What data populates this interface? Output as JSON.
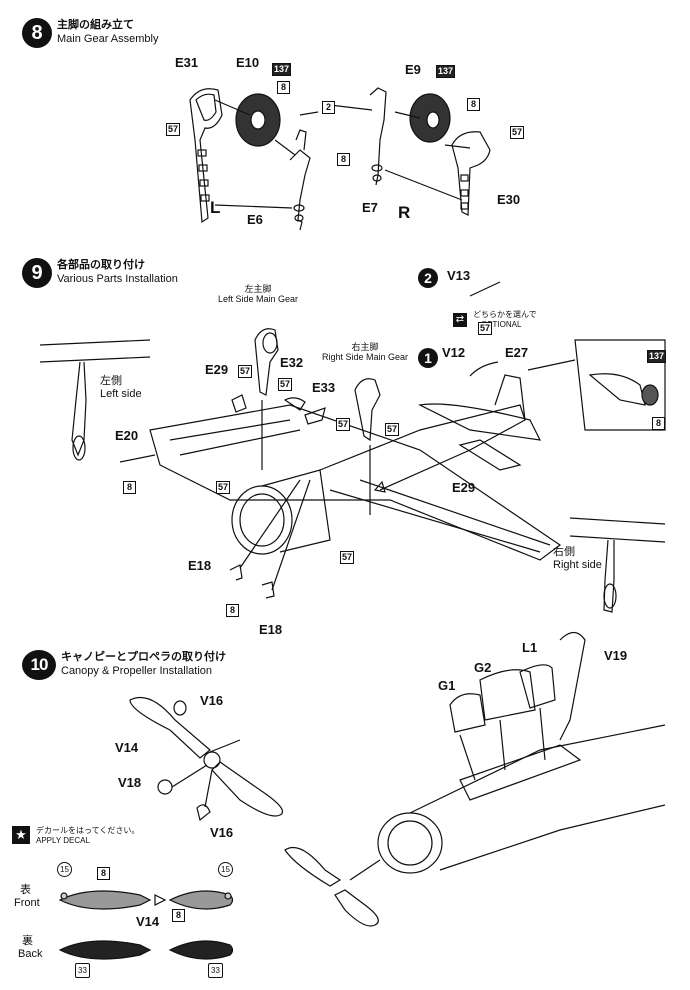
{
  "step8": {
    "number": "8",
    "title_jp": "主脚の組み立て",
    "title_en": "Main Gear Assembly"
  },
  "step9": {
    "number": "9",
    "title_jp": "各部品の取り付け",
    "title_en": "Various Parts Installation"
  },
  "step10": {
    "number": "10",
    "title_jp": "キャノピーとプロペラの取り付け",
    "title_en": "Canopy & Propeller Installation"
  },
  "s8": {
    "E31": "E31",
    "E10": "E10",
    "E9": "E9",
    "E6": "E6",
    "E7": "E7",
    "E30": "E30",
    "L": "L",
    "R": "R",
    "c137a": "137",
    "c8a": "8",
    "c57a": "57",
    "c2": "2",
    "c8b": "8",
    "c137b": "137",
    "c8c": "8",
    "c57b": "57"
  },
  "s9": {
    "left_main_gear_jp": "左主脚",
    "left_main_gear_en": "Left Side Main Gear",
    "right_main_gear_jp": "右主脚",
    "right_main_gear_en": "Right Side Main Gear",
    "left_side_jp": "左側",
    "left_side_en": "Left side",
    "right_side_jp": "右側",
    "right_side_en": "Right side",
    "E29a": "E29",
    "E29b": "E29",
    "E32": "E32",
    "E33": "E33",
    "E20": "E20",
    "E18a": "E18",
    "E18b": "E18",
    "V13": "V13",
    "V12": "V12",
    "E27": "E27",
    "seq2": "2",
    "seq1": "1",
    "optional_jp": "どちらかを選んで",
    "optional_en": "OPTIONAL",
    "c57_1": "57",
    "c57_2": "57",
    "c57_3": "57",
    "c57_4": "57",
    "c57_5": "57",
    "c57_6": "57",
    "c57_7": "57",
    "c8_1": "8",
    "c8_2": "8",
    "c137": "137",
    "c8_3": "8"
  },
  "s10": {
    "V16a": "V16",
    "V14a": "V14",
    "V18": "V18",
    "V16b": "V16",
    "G1": "G1",
    "G2": "G2",
    "L1": "L1",
    "V19": "V19",
    "decal_jp": "デカールをはってください。",
    "decal_en": "APPLY DECAL",
    "front_jp": "表",
    "front_en": "Front",
    "back_jp": "裏",
    "back_en": "Back",
    "V14b": "V14",
    "c15a": "15",
    "c8a": "8",
    "c15b": "15",
    "c8b": "8",
    "c33a": "33",
    "c33b": "33"
  }
}
